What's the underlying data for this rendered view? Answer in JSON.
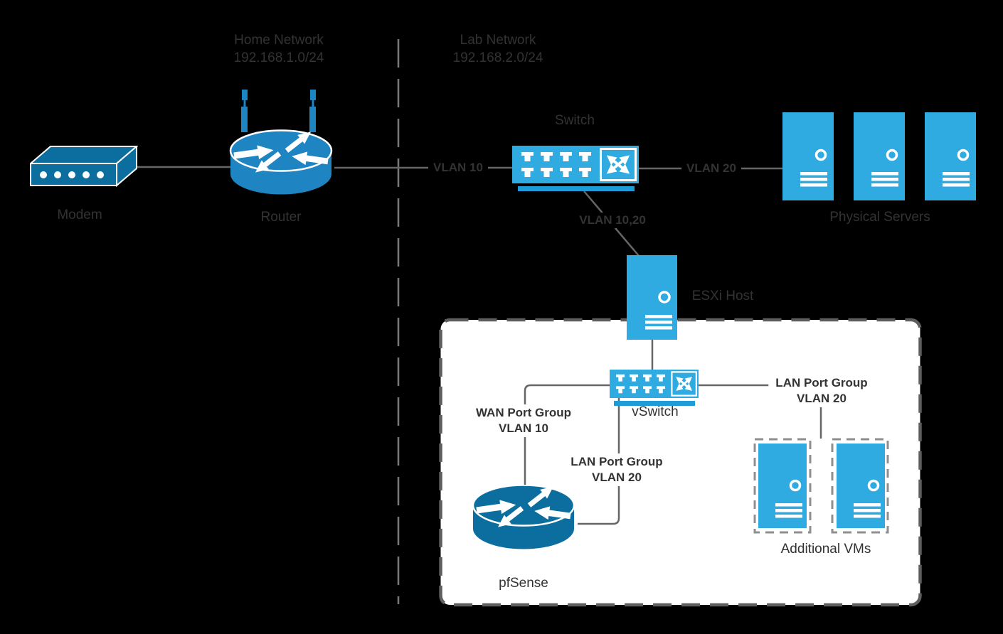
{
  "regions": {
    "home": {
      "title": "Home Network",
      "subnet": "192.168.1.0/24"
    },
    "lab": {
      "title": "Lab Network",
      "subnet": "192.168.2.0/24"
    }
  },
  "nodes": {
    "modem": {
      "label": "Modem"
    },
    "router": {
      "label": "Router"
    },
    "switch": {
      "label": "Switch"
    },
    "physical_servers": {
      "label": "Physical Servers",
      "count": 3
    },
    "esxi_host": {
      "label": "ESXi Host"
    },
    "vswitch": {
      "label": "vSwitch"
    },
    "pfsense": {
      "label": "pfSense"
    },
    "additional_vms": {
      "label": "Additional VMs",
      "count": 2
    }
  },
  "links": {
    "router_to_switch": {
      "label": "VLAN 10"
    },
    "switch_to_servers": {
      "label": "VLAN 20"
    },
    "switch_to_esxi": {
      "label": "VLAN 10,20"
    },
    "wan_port_group": {
      "line1": "WAN Port Group",
      "line2": "VLAN 10"
    },
    "lan_port_group_pfsense": {
      "line1": "LAN Port Group",
      "line2": "VLAN 20"
    },
    "lan_port_group_vms": {
      "line1": "LAN Port Group",
      "line2": "VLAN 20"
    }
  },
  "colors": {
    "background": "#000000",
    "device_dark_blue": "#0C6E9E",
    "device_medium_blue": "#1E84C2",
    "device_light_blue": "#2FABE1",
    "switch_underline": "#1E9CD7",
    "connector_gray": "#666666",
    "text_dark": "#333333",
    "esxi_box_fill": "#FFFFFF",
    "esxi_box_border": "#5E5E5E",
    "vm_box_border": "#8F8F8F"
  }
}
